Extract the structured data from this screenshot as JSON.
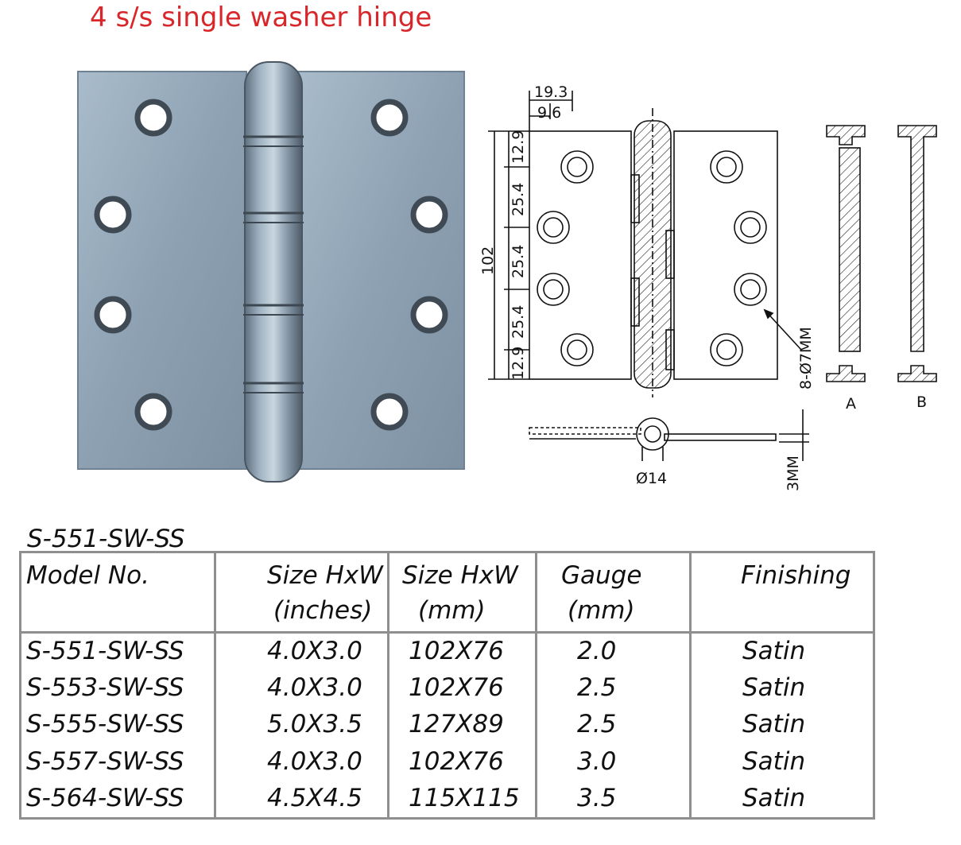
{
  "title": "4 s/s single washer hinge",
  "drawing": {
    "dims": {
      "width_total": "19.3",
      "width_half": "9.6",
      "height": "102",
      "spacing_end_top": "12.9",
      "spacing_1": "25.4",
      "spacing_2": "25.4",
      "spacing_3": "25.4",
      "spacing_end_bottom": "12.9",
      "holes": "8-Ø7MM",
      "knuckle_diameter": "Ø14",
      "thickness": "3MM"
    },
    "pin_labels": {
      "a": "A",
      "b": "B"
    }
  },
  "model_code": "S-551-SW-SS",
  "table": {
    "headers": [
      {
        "line1": "Model No.",
        "line2": ""
      },
      {
        "line1": "Size HxW",
        "line2": "(inches)"
      },
      {
        "line1": "Size HxW",
        "line2": "(mm)"
      },
      {
        "line1": "Gauge",
        "line2": "(mm)"
      },
      {
        "line1": "Finishing",
        "line2": ""
      }
    ],
    "rows": [
      {
        "model": "S-551-SW-SS",
        "inches": "4.0X3.0",
        "mm": "102X76",
        "gauge": "2.0",
        "finish": "Satin"
      },
      {
        "model": "S-553-SW-SS",
        "inches": "4.0X3.0",
        "mm": "102X76",
        "gauge": "2.5",
        "finish": "Satin"
      },
      {
        "model": "S-555-SW-SS",
        "inches": "5.0X3.5",
        "mm": "127X89",
        "gauge": "2.5",
        "finish": "Satin"
      },
      {
        "model": "S-557-SW-SS",
        "inches": "4.0X3.0",
        "mm": "102X76",
        "gauge": "3.0",
        "finish": "Satin"
      },
      {
        "model": "S-564-SW-SS",
        "inches": "4.5X4.5",
        "mm": "115X115",
        "gauge": "3.5",
        "finish": "Satin"
      }
    ]
  },
  "colors": {
    "title": "#d8262a",
    "table_border": "#8f8f8f",
    "hinge_steel": "#8fa3b5"
  }
}
